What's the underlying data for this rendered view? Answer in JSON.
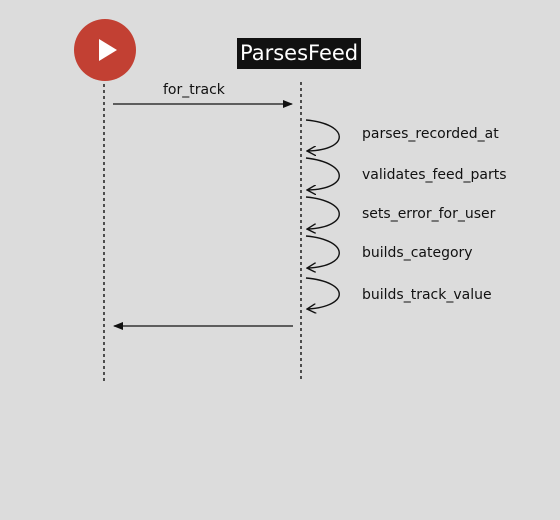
{
  "object": {
    "title": "ParsesFeed"
  },
  "controls": {
    "play_icon": "play-icon",
    "play_color": "#c24033"
  },
  "messages": {
    "call_label": "for_track",
    "self_calls": [
      {
        "label": "parses_recorded_at"
      },
      {
        "label": "validates_feed_parts"
      },
      {
        "label": "sets_error_for_user"
      },
      {
        "label": "builds_category"
      },
      {
        "label": "builds_track_value"
      }
    ]
  }
}
